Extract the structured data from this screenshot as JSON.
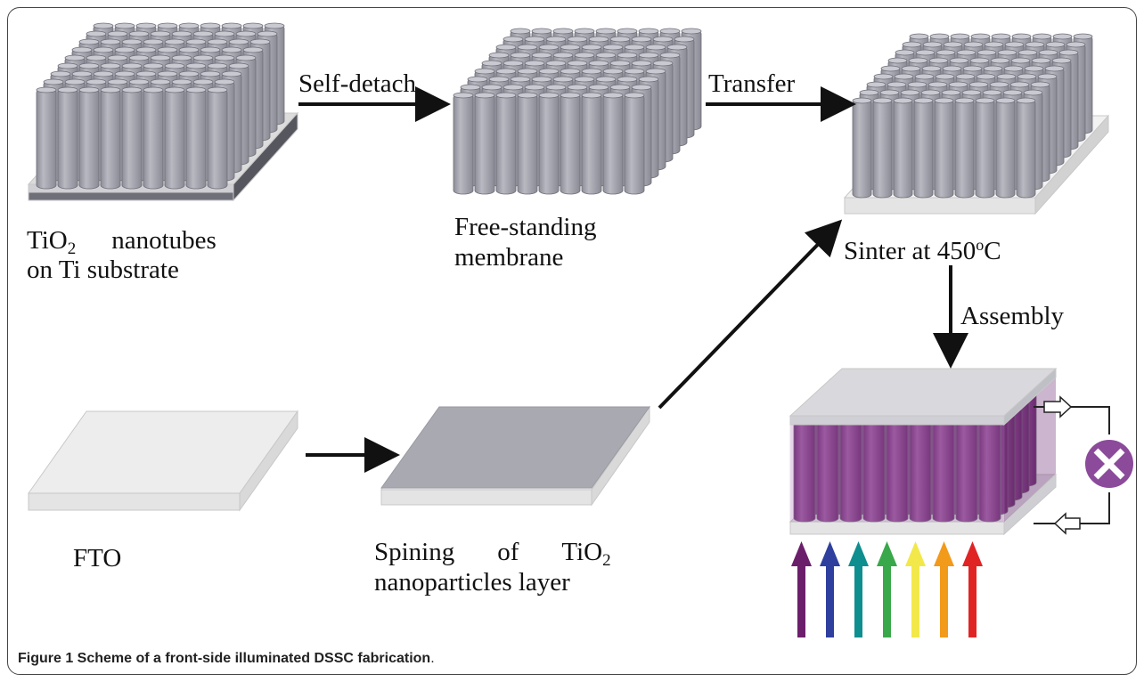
{
  "labels": {
    "nanotubes_line1_pre": "TiO",
    "nanotubes_line1_sub": "2",
    "nanotubes_line1_post": "nanotubes",
    "nanotubes_line2": "on Ti substrate",
    "self_detach": "Self-detach",
    "membrane_line1": "Free-standing",
    "membrane_line2": "membrane",
    "transfer": "Transfer",
    "sinter_pre": "Sinter at 450",
    "sinter_deg": "o",
    "sinter_post": "C",
    "assembly": "Assembly",
    "fto": "FTO",
    "spin_line1_pre": "Spining",
    "spin_line1_mid": "of",
    "spin_line1_tio": "TiO",
    "spin_line1_sub": "2",
    "spin_line2": "nanoparticles layer"
  },
  "caption": {
    "bold": "Figure 1 Scheme of a front-side illuminated DSSC fabrication",
    "rest": "."
  },
  "colors": {
    "tube": "#a3a3ad",
    "tube_dark": "#7b7b86",
    "substrate_ti": "#6f6f7a",
    "substrate_fto": "#e4e4e4",
    "tio2_layer": "#a9a9b2",
    "dye": "#8e3a8e",
    "load_icon": "#8b4a9a",
    "light_arrows": [
      "#6b1f6b",
      "#2e3f9e",
      "#0e8e8e",
      "#39a84a",
      "#f2e84a",
      "#f29a1a",
      "#e02424"
    ]
  },
  "icons": [
    "arrow-right-icon",
    "arrow-down-icon",
    "diagonal-arrow-icon",
    "load-symbol-icon",
    "light-arrow-icon"
  ]
}
